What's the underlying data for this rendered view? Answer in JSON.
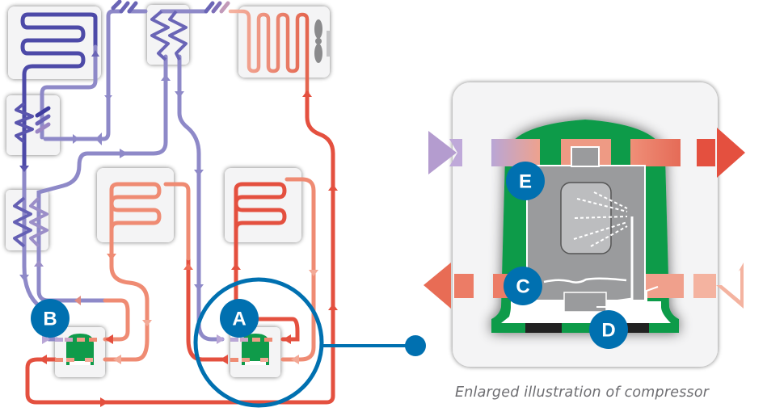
{
  "caption": "Enlarged illustration of compressor",
  "labels": {
    "system_compressor_a": "A",
    "system_compressor_b": "B",
    "detail_oil": "C",
    "detail_oil_return": "D",
    "detail_motor": "E"
  },
  "colors": {
    "cold_refrigerant": "#4a4aa8",
    "cool_refrigerant": "#8c87c7",
    "warm_refrigerant": "#ef8b73",
    "hot_refrigerant": "#e4503f",
    "light_warm": "#f4b3a0",
    "label_blue": "#0070b0",
    "compressor_green": "#0f9b4a",
    "housing_gray": "#9a9b9d",
    "caption_gray": "#6e6e72"
  }
}
